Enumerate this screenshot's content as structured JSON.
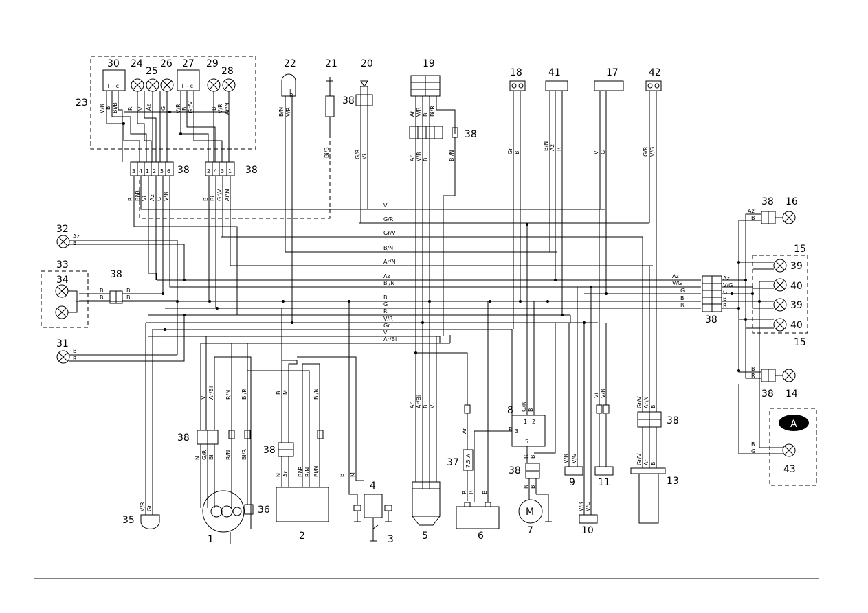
{
  "diagram": {
    "component_numbers": [
      "30",
      "24",
      "25",
      "26",
      "27",
      "29",
      "28",
      "22",
      "21",
      "20",
      "19",
      "18",
      "41",
      "17",
      "42",
      "23",
      "38",
      "32",
      "33",
      "34",
      "31",
      "16",
      "15",
      "39",
      "40",
      "14",
      "43",
      "A",
      "35",
      "1",
      "36",
      "2",
      "3",
      "4",
      "5",
      "37",
      "6",
      "8",
      "7",
      "9",
      "11",
      "10",
      "13"
    ],
    "bus_wires": [
      "Vi",
      "G/R",
      "Gr/V",
      "B/N",
      "Ar/N",
      "Az",
      "Bi/N",
      "B",
      "G",
      "R",
      "V/R",
      "Gr",
      "V",
      "Ar/Bi"
    ],
    "right_bus_wires": [
      "Az",
      "V/G",
      "G",
      "B",
      "R"
    ],
    "right_connector_wires": [
      "Az",
      "V/G",
      "G",
      "B",
      "R"
    ],
    "top_left_wires": [
      "V/R",
      "B",
      "Bi/B",
      "R",
      "Vi",
      "Az",
      "B",
      "G",
      "V/R",
      "B",
      "Gr/V",
      "B",
      "V/R",
      "Ar/N"
    ],
    "connector_pins_a": [
      "3",
      "4",
      "1",
      "2",
      "5",
      "6"
    ],
    "connector_pins_b": [
      "2",
      "4",
      "3",
      "1"
    ],
    "connector_a_wires": [
      "R",
      "Bi\\B",
      "Vi",
      "Az",
      "G",
      "V\\R"
    ],
    "connector_b_wires": [
      "B",
      "Bi",
      "Gr\\V",
      "Ar\\N"
    ],
    "w22": [
      "B/N",
      "V/R"
    ],
    "w21": [
      "Bi/B"
    ],
    "w20": [
      "G/R",
      "Vi"
    ],
    "w19_top": [
      "Ar",
      "V/R",
      "B",
      "Bi/R"
    ],
    "w19_bottom": [
      "Ar",
      "V/R",
      "B",
      "Bi/N"
    ],
    "w18": [
      "Gr",
      "B"
    ],
    "w41": [
      "B/N",
      "Az",
      "R"
    ],
    "w17": [
      "V",
      "G"
    ],
    "w42": [
      "G/R",
      "V/G"
    ],
    "w32": [
      "Az",
      "B"
    ],
    "w34": [
      "Bi",
      "B",
      "Bi",
      "B"
    ],
    "w31": [
      "B",
      "R"
    ],
    "w16": [
      "Az",
      "B"
    ],
    "w14": [
      "B",
      "R"
    ],
    "w43": [
      "B",
      "G"
    ],
    "w35": [
      "V/R",
      "Gr"
    ],
    "w1_top": [
      "V",
      "Ar/Bi",
      "R/N",
      "Bi/R"
    ],
    "w1_bottom": [
      "N",
      "G/R",
      "Bi",
      "R/N",
      "Bi/R"
    ],
    "w2_top": [
      "B",
      "M",
      "Bi/N"
    ],
    "w2_bottom": [
      "N",
      "Ar",
      "Bi\\R",
      "R/N",
      "Bi/N"
    ],
    "w4": [
      "B",
      "M"
    ],
    "w5": [
      "Ar",
      "Ar/Bi",
      "B",
      "V"
    ],
    "w37": [
      "Ar"
    ],
    "fuse_label": "7.5 A",
    "w6": [
      "R",
      "R",
      "B"
    ],
    "w8": [
      "G/R",
      "B",
      "R"
    ],
    "pins_8": [
      "1",
      "2",
      "3",
      "5"
    ],
    "w7": [
      "R",
      "B",
      "R",
      "B"
    ],
    "motor_label": "M",
    "w9": [
      "V/R",
      "V/G"
    ],
    "w10": [
      "V/R",
      "V/G"
    ],
    "w11": [
      "Vi",
      "V/R"
    ],
    "w13": [
      "Gr/V",
      "Ar\\N",
      "B",
      "Gr/V",
      "Ar",
      "B"
    ]
  }
}
